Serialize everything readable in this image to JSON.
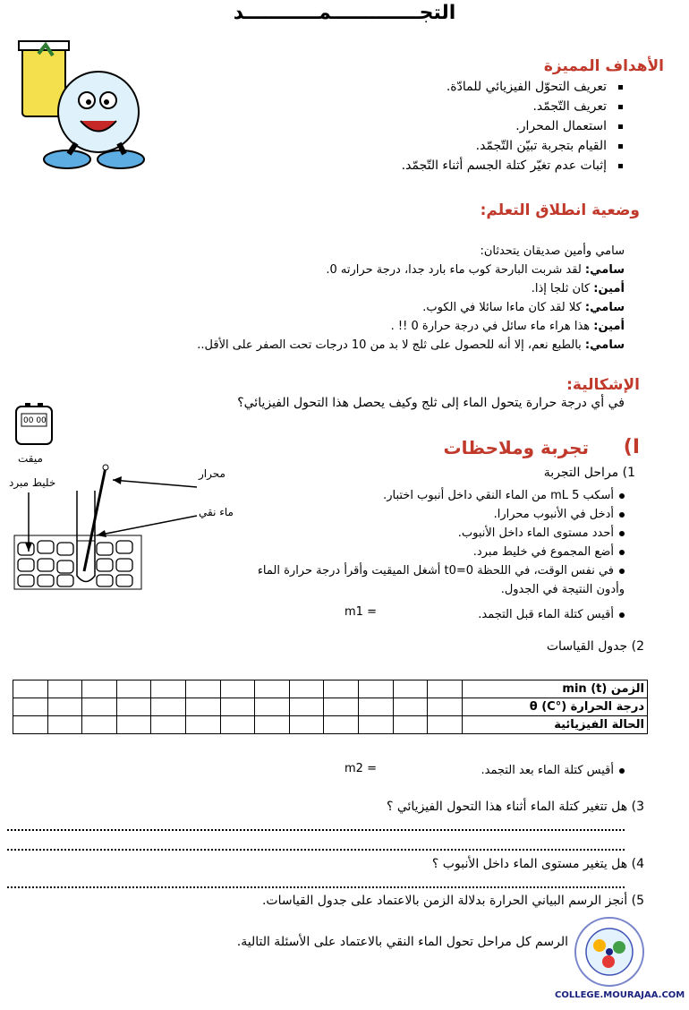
{
  "title": "التجـــــــــــــمـــــــــــد",
  "objectives": {
    "heading": "الأهداف المميزة",
    "items": [
      "تعريف التحوّل الفيزيائي للمادّة.",
      "تعريف التّجمّد.",
      "استعمال المحرار.",
      "القيام بتجربة تبيّن التّجمّد.",
      "إثبات عدم تغيّر كتلة الجسم أثناء التّجمّد."
    ]
  },
  "situation": {
    "heading": "وضعية انطلاق التعلم:",
    "intro": "سامي وأمين صديقان يتحدثان:",
    "lines": [
      {
        "speaker": "سامي:",
        "text": " لقد شربت البارحة كوب ماء بارد جدا، درجة حرارته 0."
      },
      {
        "speaker": "أمين:",
        "text": " كان ثلجا إذا."
      },
      {
        "speaker": "سامي:",
        "text": " كلا لقد كان ماءا سائلا في الكوب."
      },
      {
        "speaker": "أمين:",
        "text": " هذا هراء ماء سائل في درجة حرارة 0 !! ."
      },
      {
        "speaker": "سامي:",
        "text": " بالطبع نعم، إلا أنه للحصول على ثلج لا بد من 10 درجات تحت الصفر على الأقل.."
      }
    ]
  },
  "problem": {
    "heading": "الإشكالية:",
    "text": "في أي درجة حرارة يتحول الماء إلى ثلج وكيف يحصل هذا التحول الفيزيائي؟"
  },
  "section1": {
    "number": "I)",
    "heading": "تجربة وملاحظات",
    "steps_title": "1) مراحل التجربة",
    "steps": [
      "أسكب       5 mL       من الماء النقي داخل أنبوب اختبار.",
      "أدخل في الأنبوب محرارا.",
      "أحدد مستوى الماء داخل الأنبوب.",
      "أضع المجموع في خليط مبرد.",
      "في نفس الوقت، في اللحظة t0=0 أشغل الميقيت وأقرأ درجة حرارة الماء"
    ],
    "steps_cont": "وأدون النتيجة في الجدول.",
    "mass1_label": "أقيس كتلة الماء قبل التجمد.",
    "mass1_symbol": "m1 ="
  },
  "diagram": {
    "timer_display": "00 00",
    "timer_label": "ميقت",
    "mixture_label": "خليط مبرد",
    "thermometer_label": "محرار",
    "water_label": "ماء نقي"
  },
  "table": {
    "title": "2) جدول القياسات",
    "rows": [
      "الزمن (t) min",
      "درجة الحرارة (°C) θ",
      "الحالة الفيزيائية"
    ],
    "empty_cells": 13
  },
  "after": {
    "mass2_label": "أقيس كتلة الماء بعد التجمد.",
    "mass2_symbol": "m2 =",
    "q3": "3) هل تتغير كتلة الماء أثناء هذا التحول الفيزيائي ؟",
    "q4": "4) هل يتغير مستوى الماء داخل الأنبوب ؟",
    "q5": "5) أنجز الرسم البياني الحرارة بدلالة الزمن بالاعتماد على جدول القياسات.",
    "q6": "الرسم كل مراحل تحول الماء النقي بالاعتماد على الأسئلة التالية."
  },
  "footer": "COLLEGE.MOURAJAA.COM",
  "colors": {
    "heading_red": "#c0392b"
  }
}
